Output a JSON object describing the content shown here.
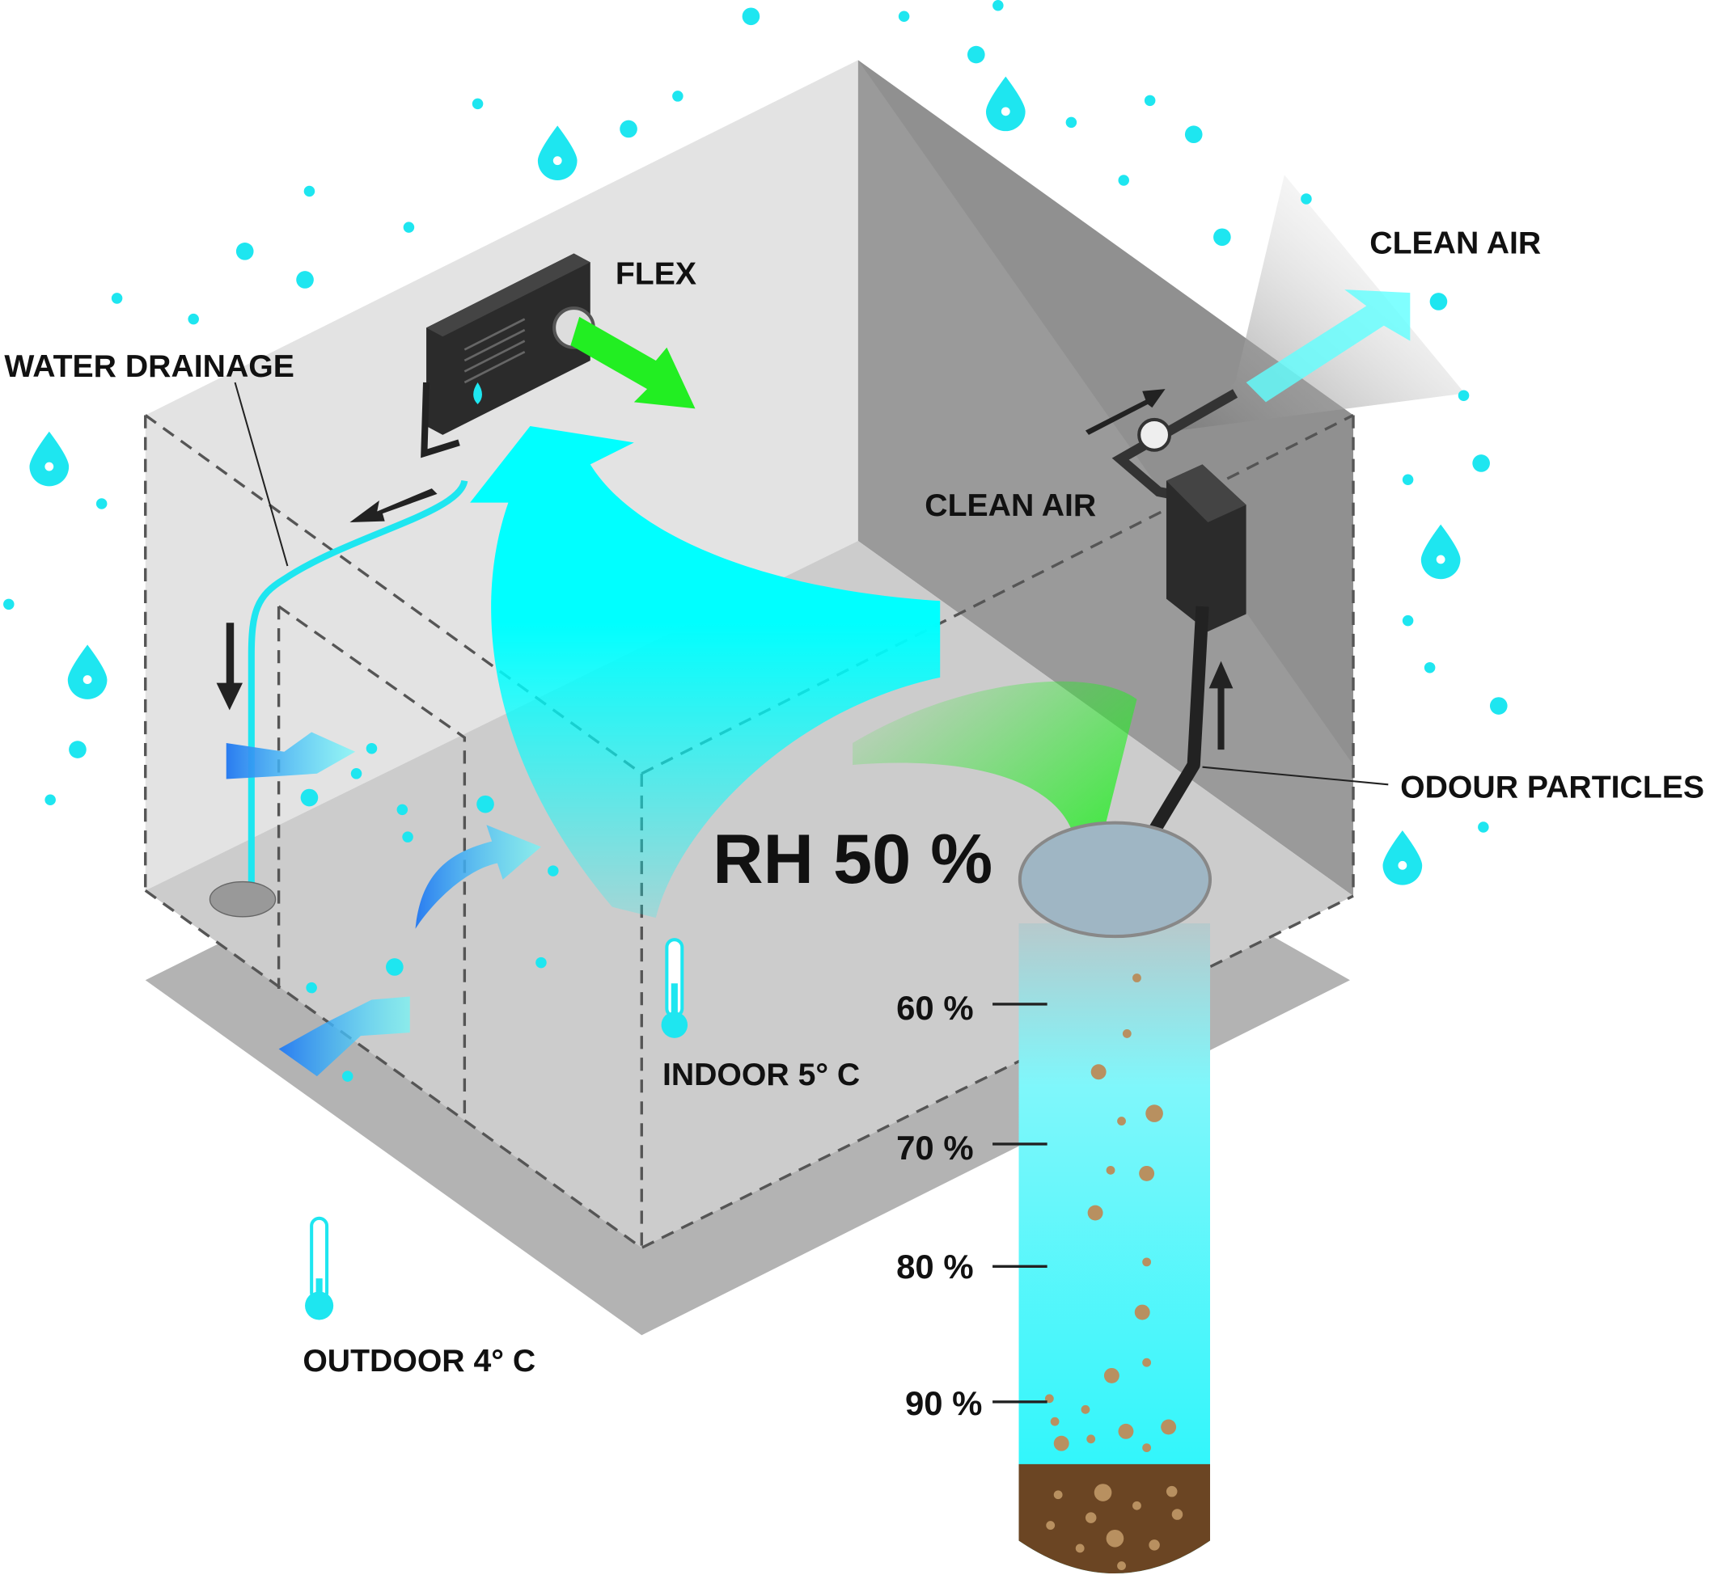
{
  "labels": {
    "flex": "FLEX",
    "water_drainage": "WATER DRAINAGE",
    "clean_air_outside": "CLEAN AIR",
    "clean_air_inside": "CLEAN AIR",
    "odour_particles": "ODOUR PARTICLES",
    "rh": "RH 50 %",
    "indoor": "INDOOR 5° C",
    "outdoor": "OUTDOOR 4° C"
  },
  "humidity_scale": [
    "60 %",
    "70 %",
    "80 %",
    "90 %"
  ],
  "colors": {
    "cyan": "#00ffff",
    "drop": "#1ee6f0",
    "green": "#22ee22",
    "soil": "#6b4523",
    "device": "#2b2b2b"
  }
}
